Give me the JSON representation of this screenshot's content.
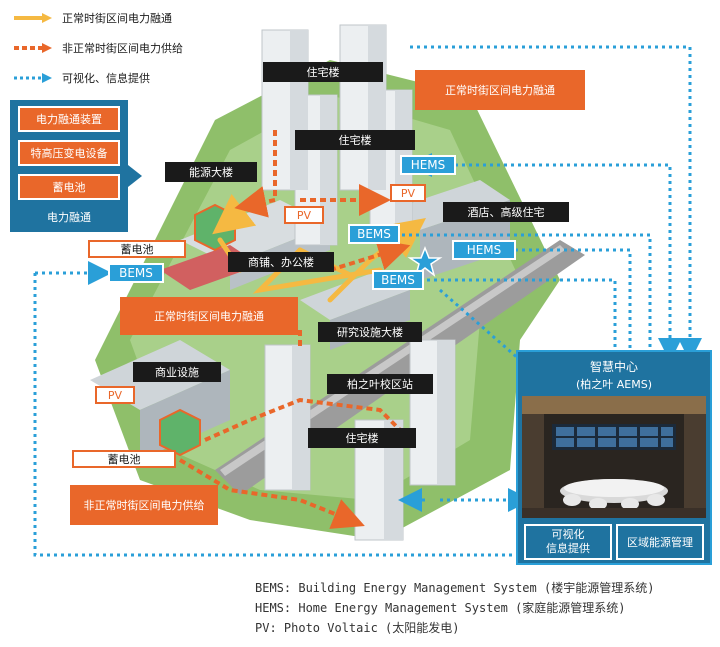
{
  "legend": [
    {
      "text": "正常时街区间电力融通",
      "style": "solid-yellow"
    },
    {
      "text": "非正常时街区间电力供给",
      "style": "dotted-orange"
    },
    {
      "text": "可视化、信息提供",
      "style": "dotted-blue"
    }
  ],
  "devices_panel": {
    "items": [
      "电力融通装置",
      "特高压变电设备",
      "蓄电池"
    ],
    "caption": "电力融通"
  },
  "labels": {
    "residential_top": "住宅楼",
    "residential_mid": "住宅楼",
    "energy_building": "能源大楼",
    "hotel": "酒店、高级住宅",
    "shops_offices": "商铺、办公楼",
    "research": "研究设施大楼",
    "commercial": "商业设施",
    "station": "柏之叶校区站",
    "residential_bottom": "住宅楼"
  },
  "orange_boxes": {
    "top_right": "正常时街区间电力融通",
    "middle": "正常时街区间电力融通",
    "bottom": "非正常时街区间电力供给"
  },
  "battery_labels": [
    "蓄电池",
    "蓄电池"
  ],
  "pv_labels": [
    "PV",
    "PV",
    "PV"
  ],
  "bems_labels": [
    "BEMS",
    "BEMS",
    "BEMS"
  ],
  "hems_labels": [
    "HEMS",
    "HEMS"
  ],
  "aems": {
    "title": "智慧中心",
    "subtitle": "(柏之叶 AEMS)",
    "btn_visual_line1": "可视化",
    "btn_visual_line2": "信息提供",
    "btn_energy": "区域能源管理"
  },
  "footnotes": [
    "BEMS: Building Energy Management System (楼宇能源管理系统)",
    "HEMS: Home Energy Management System (家庭能源管理系统)",
    "PV: Photo Voltaic (太阳能发电)"
  ],
  "colors": {
    "orange": "#e9672a",
    "blue": "#2a9fd8",
    "navy": "#1f73a0",
    "yellow": "#f5b942"
  }
}
